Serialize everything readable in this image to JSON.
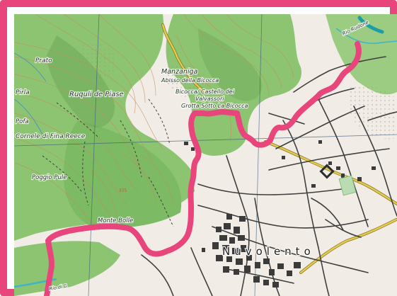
{
  "map": {
    "labels": {
      "prato": "Prato",
      "pirla": "Pirla",
      "ruquli": "Ruquli de Piase",
      "pofa": "Pofa",
      "cornele": "Cornele di Fina Reece",
      "poggio": "Poggio Pule",
      "manzaniga": "Manzaniga",
      "abisso": "Abisso della Bicocca",
      "bicocca": "Bicocca/ Castello dei",
      "valvassori": "Valvassori",
      "grotta": "Grotta Sotto La Bicocca",
      "monte": "Monte Bolle",
      "rudone": "Rio Rudone",
      "town": "Nuvolento",
      "contour_label": "375",
      "river_label": "Rio di G"
    },
    "colors": {
      "route": "#e8457d",
      "forest": "#8cc472",
      "forest_dark": "#6da957",
      "background": "#f1ede6",
      "road": "#3f3f3f",
      "major_road": "#e3cc4e",
      "water": "#3fb3c9",
      "frame": "#e8457d"
    },
    "layers": [
      "hiking-route",
      "forest",
      "contours",
      "roads",
      "buildings",
      "water",
      "grid-lines"
    ]
  }
}
